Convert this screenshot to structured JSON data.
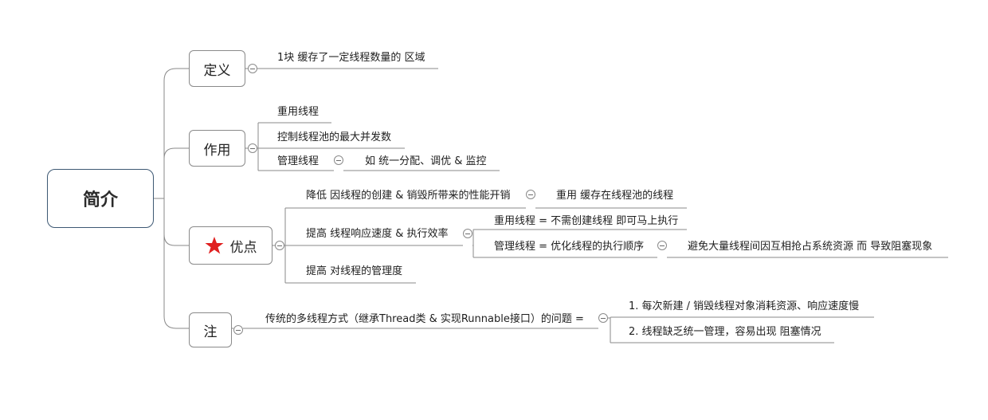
{
  "root": {
    "label": "简介"
  },
  "branches": {
    "definition": {
      "label": "定义",
      "items": [
        "1块 缓存了一定线程数量的 区域"
      ]
    },
    "function": {
      "label": "作用",
      "items": [
        "重用线程",
        "控制线程池的最大并发数",
        "管理线程"
      ],
      "sub": "如 统一分配、调优 & 监控"
    },
    "advantages": {
      "label": "优点",
      "icon": "star-icon",
      "items": [
        "降低 因线程的创建 & 销毁所带来的性能开销",
        "提高 线程响应速度 & 执行效率",
        "提高 对线程的管理度"
      ],
      "item1_sub": "重用 缓存在线程池的线程",
      "item2_subs": [
        "重用线程 = 不需创建线程 即可马上执行",
        "管理线程 = 优化线程的执行顺序"
      ],
      "item2_sub2_sub": "避免大量线程间因互相抢占系统资源 而 导致阻塞现象"
    },
    "note": {
      "label": "注",
      "items": [
        "传统的多线程方式（继承Thread类 & 实现Runnable接口）的问题 ="
      ],
      "subs": [
        "1. 每次新建 / 销毁线程对象消耗资源、响应速度慢",
        "2. 线程缺乏统一管理，容易出现 阻塞情况"
      ]
    }
  },
  "colors": {
    "line": "#8a8a8a",
    "root_border": "#3d5873",
    "star": "#e02020"
  }
}
